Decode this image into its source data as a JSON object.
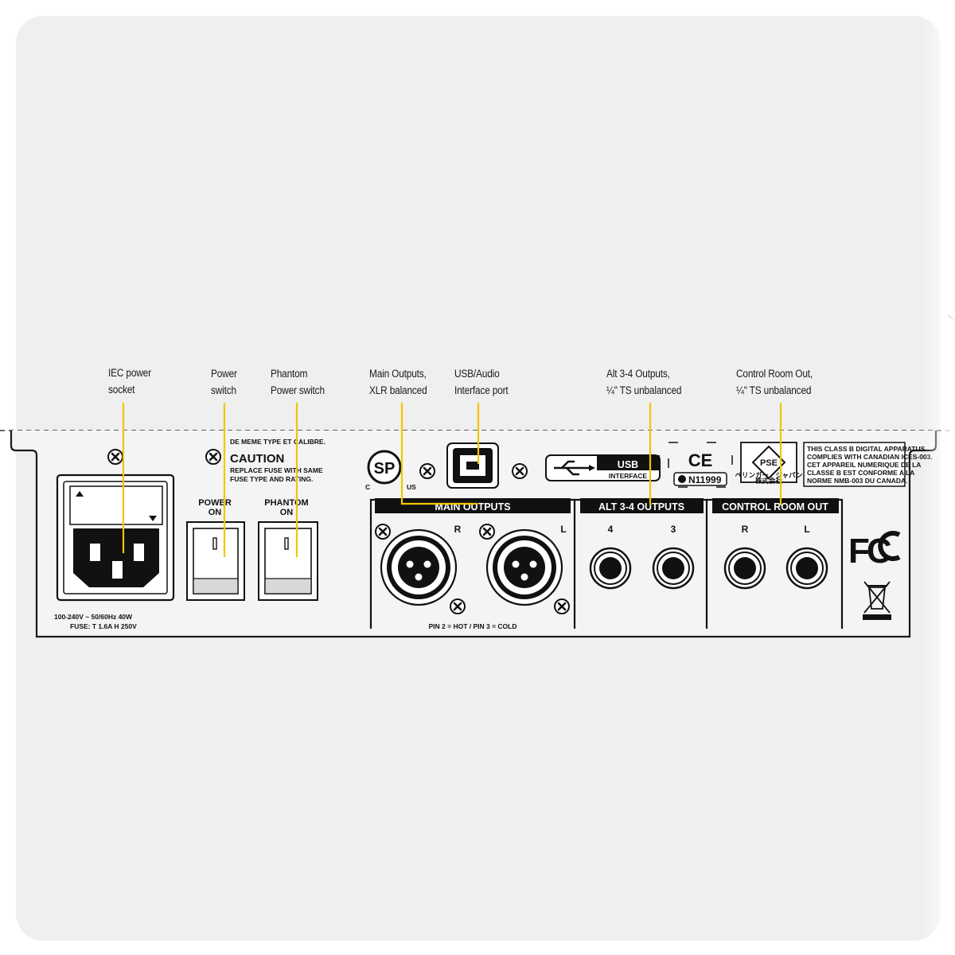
{
  "callouts": [
    {
      "id": "iec",
      "line1": "IEC power",
      "line2": "socket"
    },
    {
      "id": "power",
      "line1": "Power",
      "line2": "switch"
    },
    {
      "id": "phantom",
      "line1": "Phantom",
      "line2": "Power switch"
    },
    {
      "id": "main",
      "line1": "Main Outputs,",
      "line2": "XLR balanced"
    },
    {
      "id": "usb",
      "line1": "USB/Audio",
      "line2": "Interface port"
    },
    {
      "id": "alt",
      "line1": "Alt 3-4 Outputs,",
      "line2": "¼\" TS unbalanced"
    },
    {
      "id": "control",
      "line1": "Control Room Out,",
      "line2": "¼\" TS unbalanced"
    }
  ],
  "panel": {
    "fuse_text_top": "DE MEME TYPE ET CALIBRE.",
    "caution_title": "CAUTION",
    "caution_line1": "REPLACE FUSE WITH SAME",
    "caution_line2": "FUSE TYPE AND RATING.",
    "power_label_1": "POWER",
    "power_label_2": "ON",
    "phantom_label_1": "PHANTOM",
    "phantom_label_2": "ON",
    "rating_line1": "100-240V ~ 50/60Hz 40W",
    "rating_line2": "FUSE: T 1.6A H 250V",
    "main_outputs_header": "MAIN OUTPUTS",
    "alt_outputs_header": "ALT 3-4 OUTPUTS",
    "control_room_header": "CONTROL ROOM OUT",
    "xlr_right_label": "R",
    "xlr_left_label": "L",
    "pin_label": "PIN 2 = HOT / PIN 3 = COLD",
    "alt_jack_4": "4",
    "alt_jack_3": "3",
    "cr_jack_r": "R",
    "cr_jack_l": "L",
    "usb_logo_text": "USB",
    "usb_logo_sub": "INTERFACE",
    "ce_mark": "CE",
    "n_number": "N11999",
    "pse_text": "PSE",
    "pse_jp": "ベリンガー・ジャパン",
    "pse_jp2": "株式会社",
    "canada_line1": "THIS CLASS B DIGITAL APPARATUS",
    "canada_line2": "COMPLIES WITH CANADIAN ICES-003.",
    "canada_line3": "CET APPAREIL NUMERIQUE DE LA",
    "canada_line4": "CLASSE B EST CONFORME A LA",
    "canada_line5": "NORME NMB-003 DU CANADA.",
    "fcc_logo": "FC",
    "csa_logo": "SP",
    "csa_c": "C",
    "csa_us": "US"
  },
  "colors": {
    "callout_line": "#f2c500",
    "panel_bg": "#f4f4f4",
    "panel_stroke": "#1a1a1a",
    "card_bg": "#efefef"
  }
}
